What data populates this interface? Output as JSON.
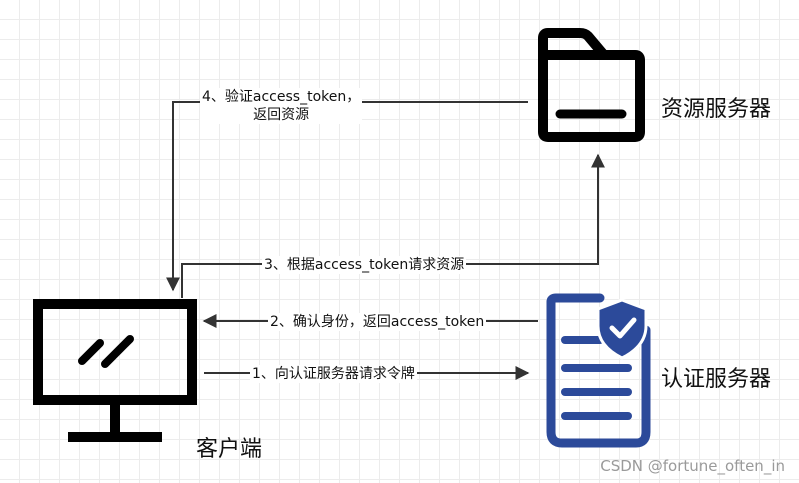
{
  "nodes": {
    "resource_server": {
      "label": "资源服务器",
      "icon": "folder-icon"
    },
    "auth_server": {
      "label": "认证服务器",
      "icon": "shield-document-icon",
      "icon_color": "#2c4a9a",
      "badge_color": "#2c4a9a"
    },
    "client": {
      "label": "客户端",
      "icon": "monitor-icon"
    }
  },
  "edges": {
    "step1": {
      "label": "1、向认证服务器请求令牌"
    },
    "step2": {
      "label": "2、确认身份，返回access_token"
    },
    "step3": {
      "label": "3、根据access_token请求资源"
    },
    "step4": {
      "line1": "4、验证access_token，",
      "line2": "返回资源"
    }
  },
  "watermark": "CSDN @fortune_often_in",
  "colors": {
    "arrow": "#333333",
    "icon_black": "#000000",
    "auth_blue": "#2c4a9a"
  }
}
